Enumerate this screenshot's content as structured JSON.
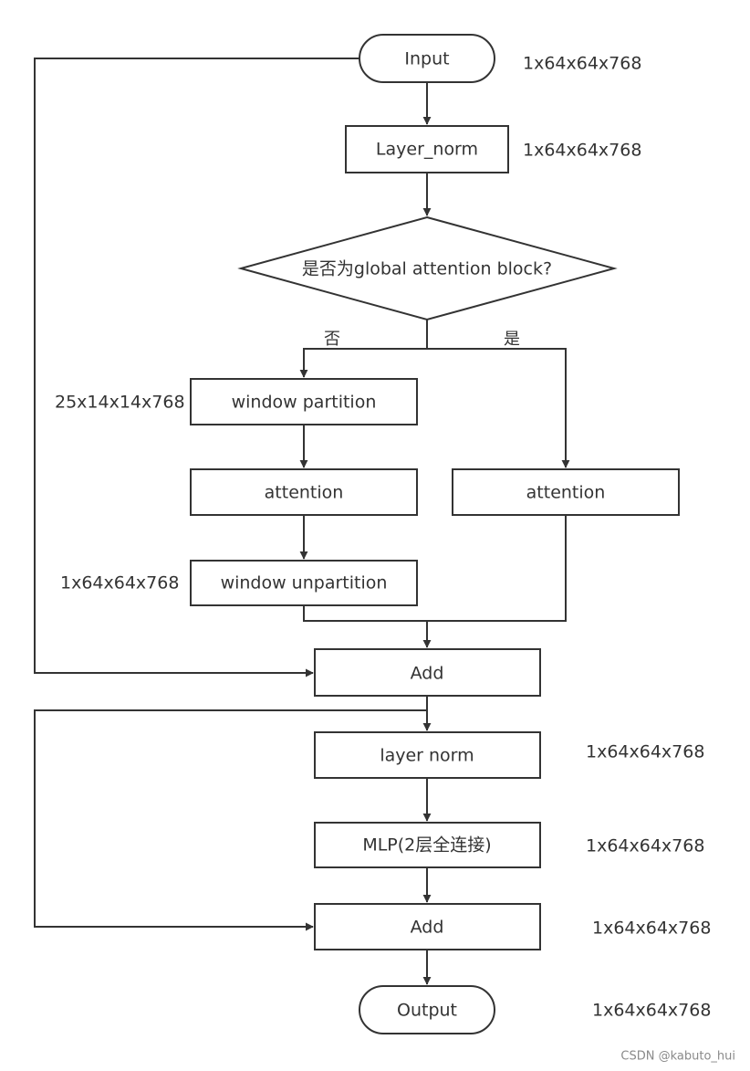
{
  "nodes": {
    "input": "Input",
    "layer_norm_1": "Layer_norm",
    "decision": "是否为global attention block?",
    "window_partition": "window partition",
    "attention_local": "attention",
    "window_unpartition": "window unpartition",
    "attention_global": "attention",
    "add_1": "Add",
    "layer_norm_2": "layer norm",
    "mlp": "MLP(2层全连接)",
    "add_2": "Add",
    "output": "Output"
  },
  "branches": {
    "no": "否",
    "yes": "是"
  },
  "dimensions": {
    "input": "1x64x64x768",
    "layer_norm_1": "1x64x64x768",
    "window_partition": "25x14x14x768",
    "window_unpartition": "1x64x64x768",
    "layer_norm_2": "1x64x64x768",
    "mlp": "1x64x64x768",
    "add_2": "1x64x64x768",
    "output": "1x64x64x768"
  },
  "watermark": "CSDN @kabuto_hui",
  "colors": {
    "stroke": "#333333",
    "text": "#333333",
    "background": "#ffffff",
    "watermark": "#8a8a8a"
  }
}
